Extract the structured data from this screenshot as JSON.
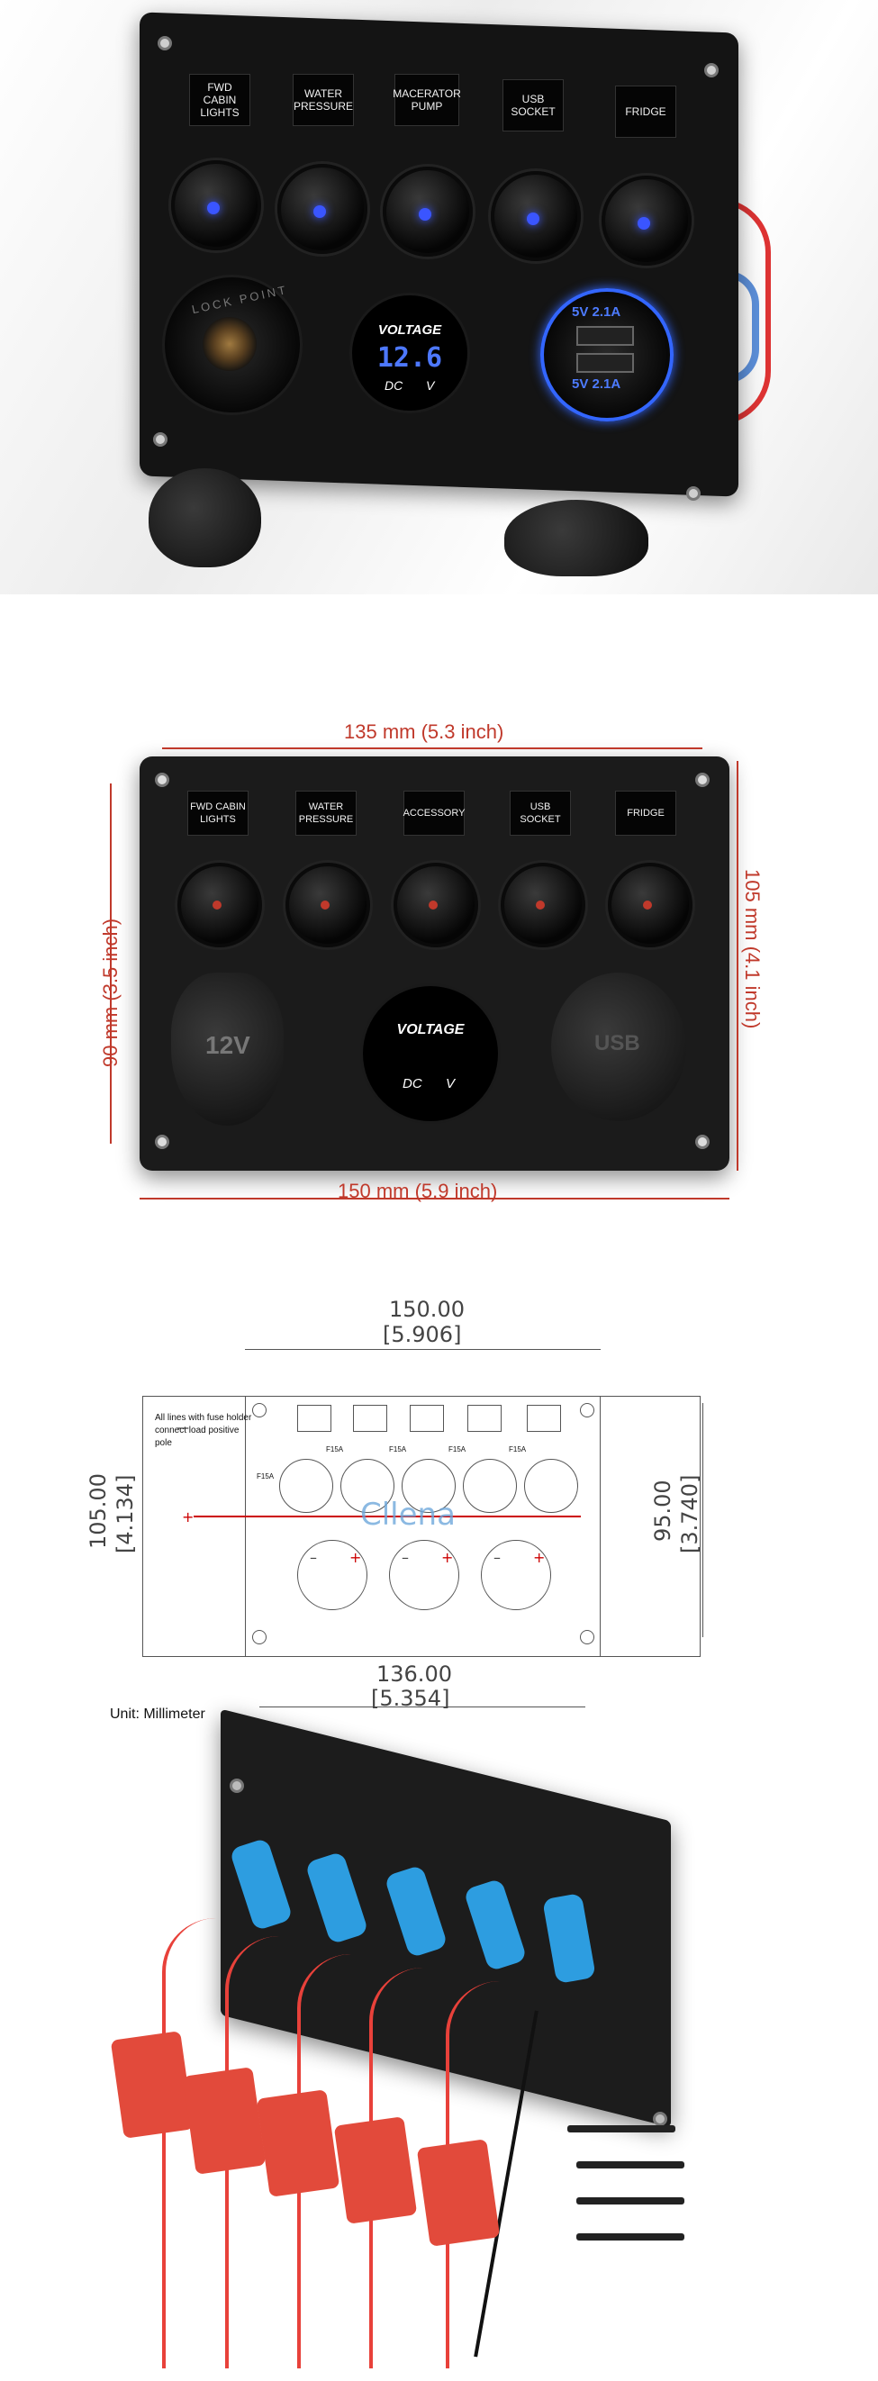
{
  "photo": {
    "switch_labels": [
      "FWD CABIN LIGHTS",
      "WATER PRESSURE",
      "MACERATOR PUMP",
      "USB SOCKET",
      "FRIDGE"
    ],
    "socket_ring_text": "LOCK POINT",
    "voltmeter": {
      "title": "VOLTAGE",
      "reading": "12.6",
      "dc": "DC",
      "v": "V"
    },
    "usb_top": "5V 2.1A",
    "usb_bottom": "5V 2.1A",
    "led_color": "#3a55ff"
  },
  "dimension_drawing": {
    "top": "135 mm  (5.3 inch)",
    "bottom": "150 mm  (5.9 inch)",
    "left": "90 mm  (3.5 inch)",
    "right": "105 mm  (4.1 inch)",
    "switch_labels": [
      "FWD CABIN LIGHTS",
      "WATER PRESSURE",
      "ACCESSORY",
      "USB SOCKET",
      "FRIDGE"
    ],
    "socket_12v": "12V",
    "voltmeter": {
      "title": "VOLTAGE",
      "dc": "DC",
      "v": "V"
    },
    "usb_cap": "USB",
    "dim_color": "#c0392b"
  },
  "cad": {
    "top_mm": "150.00",
    "top_in": "[5.906]",
    "bottom_mm": "136.00",
    "bottom_in": "[5.354]",
    "left_mm": "105.00",
    "left_in": "[4.134]",
    "right_mm": "95.00",
    "right_in": "[3.740]",
    "note": "All lines with fuse holder connect load positive pole",
    "minus": "—",
    "plus": "+",
    "fuse_labels": [
      "F15A",
      "F15A",
      "F15A",
      "F15A",
      "F15A"
    ],
    "socket_minus": "–",
    "socket_plus": "+",
    "watermark": "Cllena",
    "unit": "Unit: Millimeter"
  },
  "wiring": {
    "wire_red": "#e8413a",
    "fuse_holder": "#e24a3b",
    "connector_blue": "#2d9de0"
  }
}
